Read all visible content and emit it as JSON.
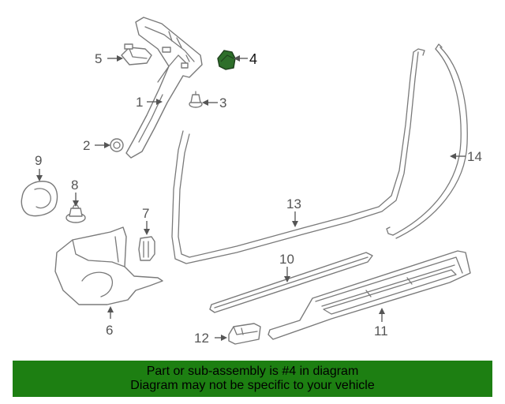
{
  "callouts": {
    "c1": "1",
    "c2": "2",
    "c3": "3",
    "c4": "4",
    "c5": "5",
    "c6": "6",
    "c7": "7",
    "c8": "8",
    "c9": "9",
    "c10": "10",
    "c11": "11",
    "c12": "12",
    "c13": "13",
    "c14": "14"
  },
  "highlight_part": "4",
  "colors": {
    "banner": "#1d7f12",
    "highlight_part": "#2e6f2a",
    "line_art": "#7a7a7a"
  },
  "banner": {
    "line1": "Part or sub-assembly is #4 in diagram",
    "line2": "Diagram may not be specific to your vehicle"
  }
}
